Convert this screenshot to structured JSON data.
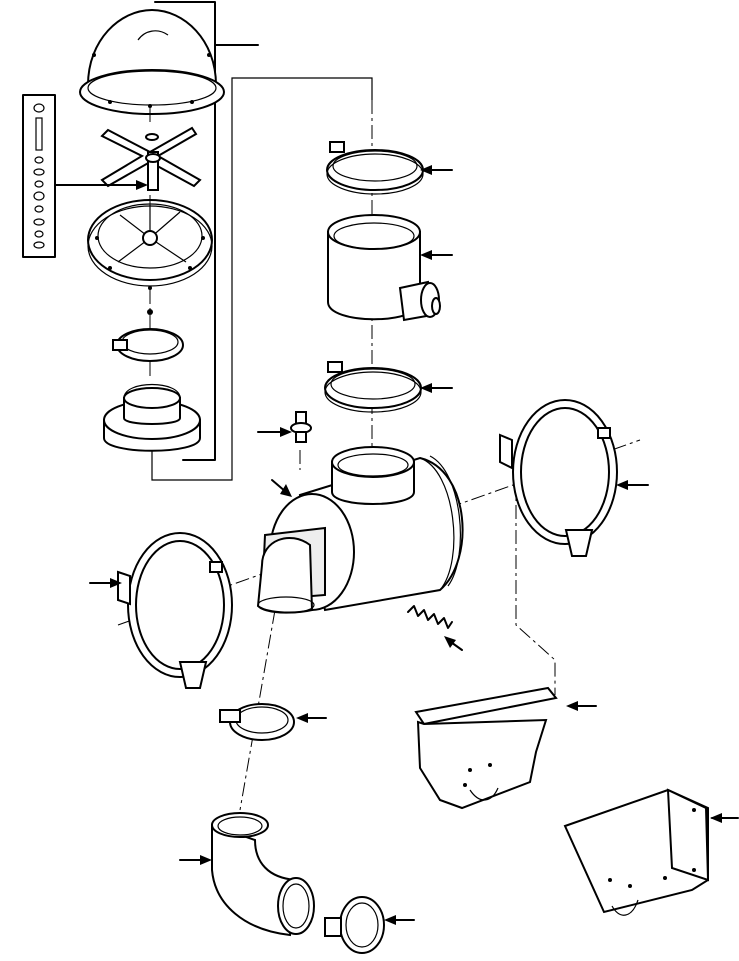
{
  "figure": {
    "colors": {
      "ink": "#000000",
      "paper": "#ffffff",
      "shade": "#eeeeee"
    },
    "callouts": [
      "arrow-hardware-kit",
      "arrow-upper-clamp",
      "arrow-outlet-tube",
      "arrow-middle-clamp",
      "arrow-vent-valve",
      "arrow-air-cleaner-body",
      "arrow-right-mounting-band",
      "arrow-left-mounting-band",
      "arrow-spring",
      "arrow-elbow-clamp",
      "arrow-upper-bracket",
      "arrow-lower-bracket",
      "arrow-elbow",
      "arrow-lower-clamp"
    ]
  }
}
